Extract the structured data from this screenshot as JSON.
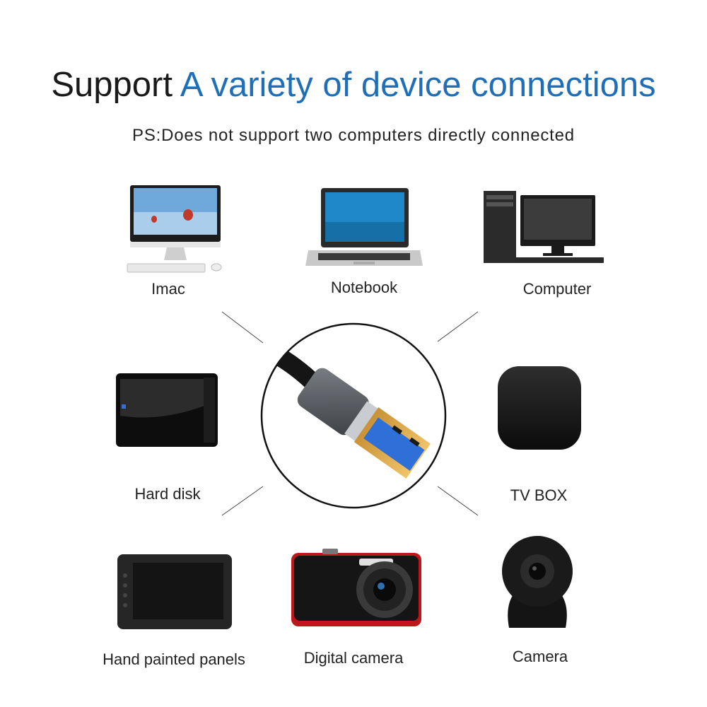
{
  "header": {
    "title_black": "Support",
    "title_blue": "A variety of device connections",
    "subtitle": "PS:Does not support two computers directly connected"
  },
  "devices": [
    {
      "label": "Imac",
      "icon": "imac-icon"
    },
    {
      "label": "Notebook",
      "icon": "laptop-icon"
    },
    {
      "label": "Computer",
      "icon": "desktop-computer-icon"
    },
    {
      "label": "Hard disk",
      "icon": "hard-disk-icon"
    },
    {
      "label": "TV BOX",
      "icon": "tv-box-icon"
    },
    {
      "label": "Hand painted panels",
      "icon": "drawing-tablet-icon"
    },
    {
      "label": "Digital camera",
      "icon": "digital-camera-icon"
    },
    {
      "label": "Camera",
      "icon": "security-camera-icon"
    }
  ],
  "center": {
    "icon": "usb-connector-icon"
  },
  "colors": {
    "accent": "#1f6fb8",
    "text": "#222222",
    "usb_blue": "#2f6fd8",
    "gold": "#d7a64a"
  }
}
